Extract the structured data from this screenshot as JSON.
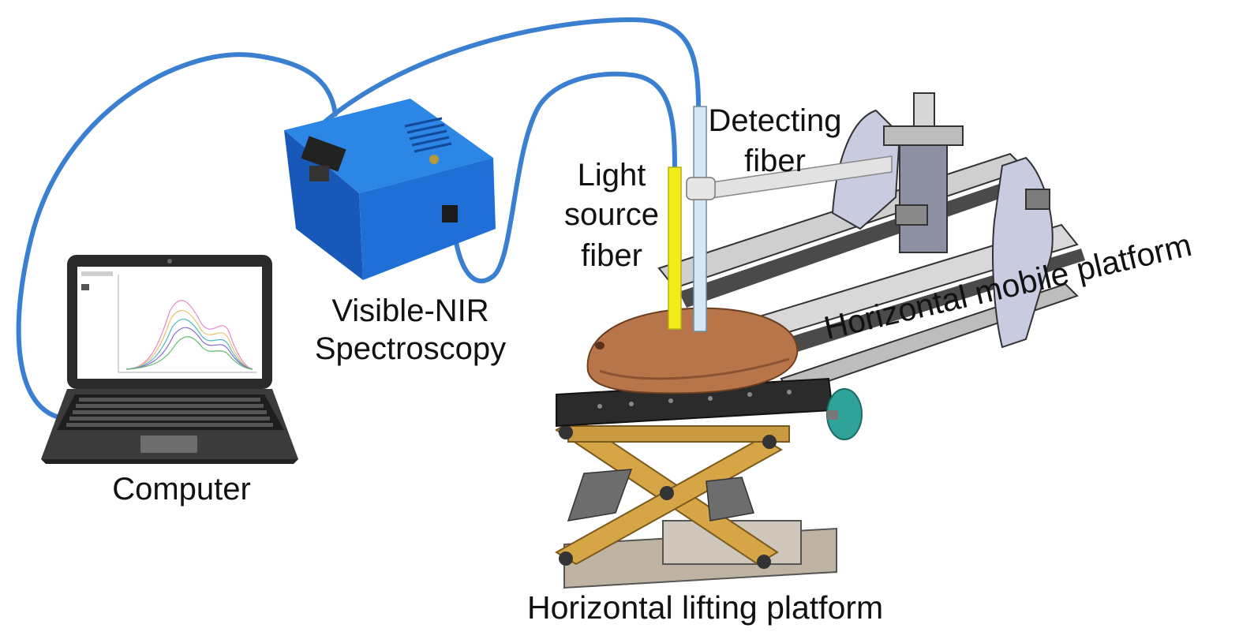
{
  "labels": {
    "computer": "Computer",
    "spectroscopy_line1": "Visible-NIR",
    "spectroscopy_line2": "Spectroscopy",
    "light_source_line1": "Light",
    "light_source_line2": "source",
    "light_source_line3": "fiber",
    "detecting_line1": "Detecting",
    "detecting_line2": "fiber",
    "mobile_platform": "Horizontal mobile platform",
    "lifting_platform": "Horizontal lifting platform"
  },
  "colors": {
    "cable": "#3a7fd0",
    "spectrometer": "#1f6fd6",
    "light_fiber": "#f2ec1a",
    "detect_fiber": "#d6e6f2",
    "potato": "#b9754a",
    "scissor": "#d6a646",
    "knob": "#2fa39a"
  },
  "icons": {
    "laptop": "laptop-icon",
    "spectrometer": "spectrometer-device",
    "potato": "potato-sample",
    "scissor_lift": "scissor-lift-platform",
    "rail": "horizontal-rail-platform"
  }
}
